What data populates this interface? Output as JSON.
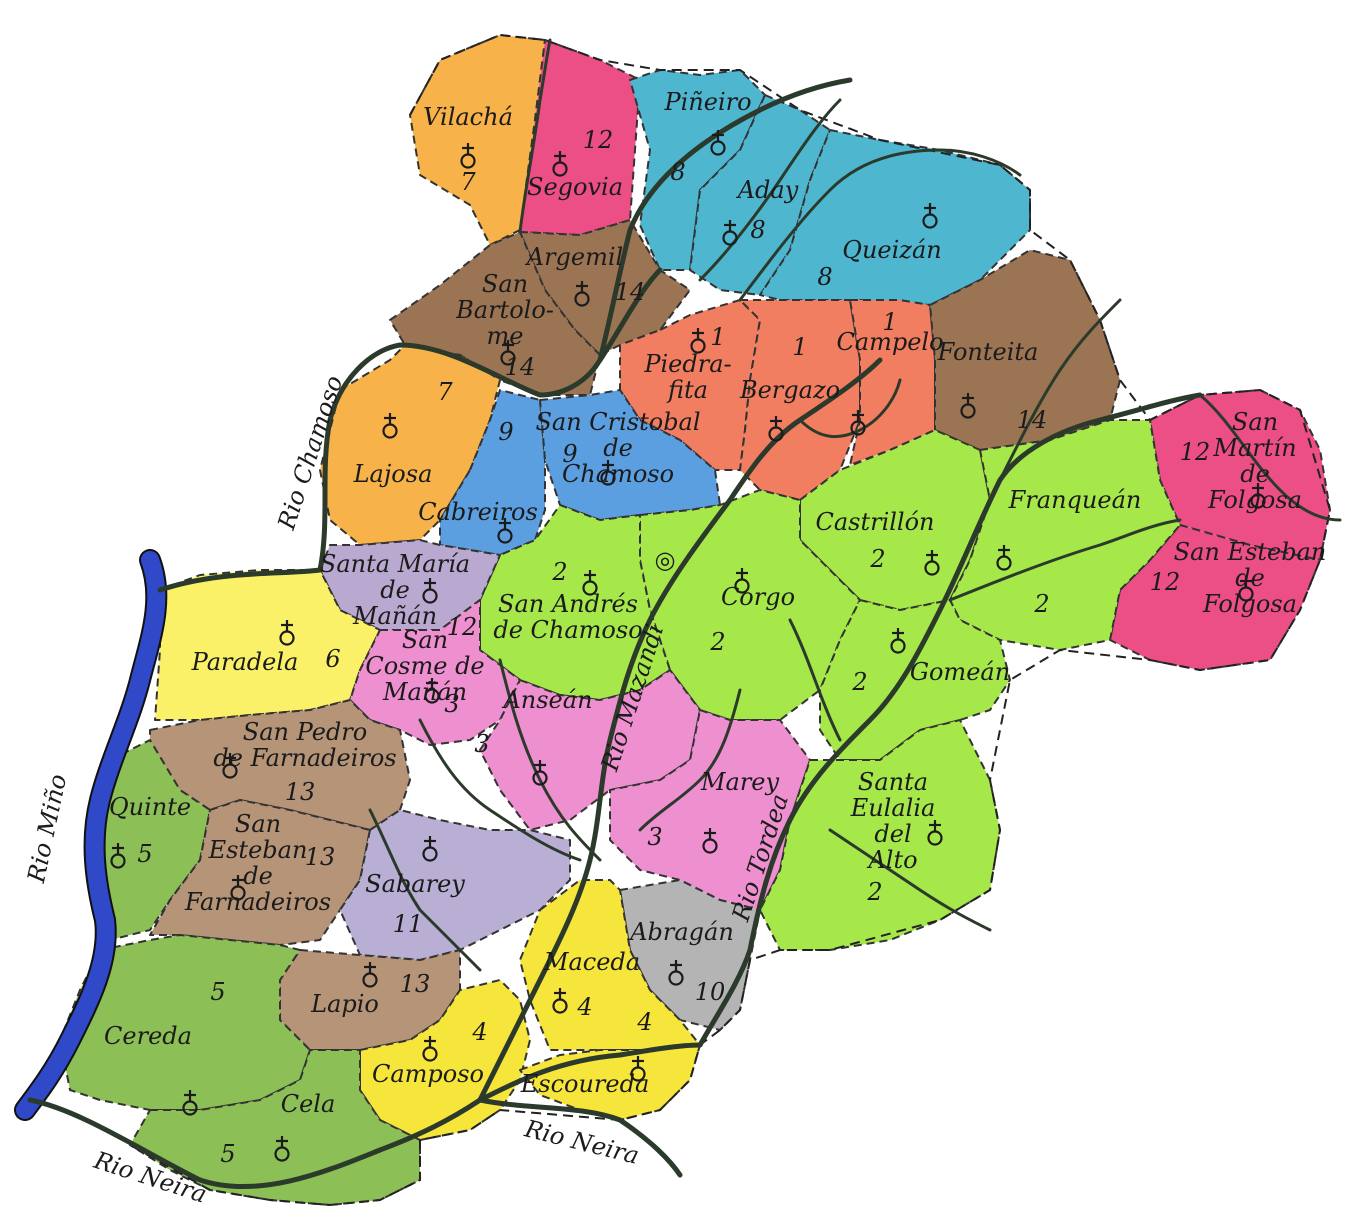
{
  "parishes": [
    {
      "id": "vilacha",
      "label": "Vilachá",
      "num": "7",
      "color": "#f7b24a"
    },
    {
      "id": "segovia",
      "label": "Segovia",
      "num": "12",
      "color": "#ec4f86"
    },
    {
      "id": "pineiro",
      "label": "Piñeiro",
      "num": "8",
      "color": "#4fb6cf"
    },
    {
      "id": "aday",
      "label": "Aday",
      "num": "8",
      "color": "#4fb6cf"
    },
    {
      "id": "queizan",
      "label": "Queizán",
      "num": "8",
      "color": "#4fb6cf"
    },
    {
      "id": "argemil",
      "label": "Argemil",
      "num": "14",
      "color": "#9b7454"
    },
    {
      "id": "san-bartolome",
      "label": "San Bartolomé",
      "label_lines": [
        "San",
        "Bartolo-",
        "me"
      ],
      "num": "14",
      "color": "#9b7454"
    },
    {
      "id": "piedrafita",
      "label": "Piedrafita",
      "label_lines": [
        "Piedra-",
        "fita"
      ],
      "num": "1",
      "color": "#f27e62"
    },
    {
      "id": "bergazo",
      "label": "Bergazo",
      "num": "1",
      "color": "#f27e62"
    },
    {
      "id": "campelo",
      "label": "Campelo",
      "num": "1",
      "color": "#f27e62"
    },
    {
      "id": "fonteita",
      "label": "Fonteita",
      "num": "14",
      "color": "#9b7454"
    },
    {
      "id": "san-martin-de-folgosa",
      "label": "San Martín de Folgosa",
      "label_lines": [
        "San",
        "Martín",
        "de",
        "Folgosa"
      ],
      "num": "12",
      "color": "#ec4f86"
    },
    {
      "id": "san-esteban-de-folgosa",
      "label": "San Esteban de Folgosa",
      "label_lines": [
        "San Esteban",
        "de",
        "Folgosa"
      ],
      "num": "12",
      "color": "#ec4f86"
    },
    {
      "id": "lajosa",
      "label": "Lajosa",
      "num": "7",
      "color": "#f7b24a"
    },
    {
      "id": "cabreiros",
      "label": "Cabreiros",
      "num": "9",
      "color": "#5b9fe0"
    },
    {
      "id": "san-cristobal-de-chamoso",
      "label": "San Cristobal de Chamoso",
      "label_lines": [
        "San Cristobal",
        "de",
        "Chamoso"
      ],
      "num": "9",
      "color": "#5b9fe0"
    },
    {
      "id": "castrillon",
      "label": "Castrillón",
      "num": "2",
      "color": "#a6e84a"
    },
    {
      "id": "franquean",
      "label": "Franqueán",
      "num": "2",
      "color": "#a6e84a"
    },
    {
      "id": "corgo",
      "label": "Corgo",
      "num": "2",
      "color": "#a6e84a"
    },
    {
      "id": "san-andres-de-chamoso",
      "label": "San Andrés de Chamoso",
      "label_lines": [
        "San Andrés",
        "de Chamoso"
      ],
      "num": "2",
      "color": "#a6e84a"
    },
    {
      "id": "gomean",
      "label": "Gomeán",
      "num": "2",
      "color": "#a6e84a"
    },
    {
      "id": "santa-maria-de-manan",
      "label": "Santa María de Mañán",
      "label_lines": [
        "Santa María",
        "de",
        "Mañán"
      ],
      "num": "12",
      "color": "#b9a9d0"
    },
    {
      "id": "paradela",
      "label": "Paradela",
      "num": "6",
      "color": "#fbf168"
    },
    {
      "id": "san-cosme-de-manan",
      "label": "San Cosme de Mañán",
      "label_lines": [
        "San",
        "Cosme de",
        "Mañán"
      ],
      "num": "3",
      "color": "#ee8fcf"
    },
    {
      "id": "ansean",
      "label": "Anseán",
      "num": "3",
      "color": "#ee8fcf"
    },
    {
      "id": "marey",
      "label": "Marey",
      "num": "3",
      "color": "#ee8fcf"
    },
    {
      "id": "santa-eulalia-del-alto",
      "label": "Santa Eulalia del Alto",
      "label_lines": [
        "Santa",
        "Eulalia",
        "del",
        "Alto"
      ],
      "num": "2",
      "color": "#a6e84a"
    },
    {
      "id": "san-pedro-de-farnadeiros",
      "label": "San Pedro de Farnadeiros",
      "label_lines": [
        "San Pedro",
        "de Farnadeiros"
      ],
      "num": "13",
      "color": "#b59478"
    },
    {
      "id": "quinte",
      "label": "Quinte",
      "num": "5",
      "color": "#8cbf55"
    },
    {
      "id": "san-esteban-de-farnadeiros",
      "label": "San Esteban de Farnadeiros",
      "label_lines": [
        "San",
        "Esteban",
        "de",
        "Farnadeiros"
      ],
      "num": "13",
      "color": "#b59478"
    },
    {
      "id": "sabarey",
      "label": "Sabarey",
      "num": "11",
      "color": "#b9aed4"
    },
    {
      "id": "abragan",
      "label": "Abragán",
      "num": "10",
      "color": "#b4b4b4"
    },
    {
      "id": "maceda",
      "label": "Maceda",
      "num": "4",
      "color": "#f6e53a"
    },
    {
      "id": "lapio",
      "label": "Lapio",
      "num": "13",
      "color": "#b59478"
    },
    {
      "id": "camposo",
      "label": "Camposo",
      "num": "4",
      "color": "#f6e53a"
    },
    {
      "id": "escoureda",
      "label": "Escoureda",
      "num": "4",
      "color": "#f6e53a"
    },
    {
      "id": "cereda",
      "label": "Cereda",
      "num": "5",
      "color": "#8cbf55"
    },
    {
      "id": "cela",
      "label": "Cela",
      "num": "5",
      "color": "#8cbf55"
    }
  ],
  "rivers": [
    {
      "id": "rio-chamoso",
      "label": "Rio Chamoso"
    },
    {
      "id": "rio-mino",
      "label": "Rio Miño",
      "color": "#2f49c8"
    },
    {
      "id": "rio-neira-west",
      "label": "Rio Neira"
    },
    {
      "id": "rio-neira-east",
      "label": "Rio Neira"
    },
    {
      "id": "rio-mazandi",
      "label": "Rio Mazandi"
    },
    {
      "id": "rio-tordea",
      "label": "Rio Tordea"
    }
  ],
  "central_symbol": {
    "label": "◎"
  }
}
